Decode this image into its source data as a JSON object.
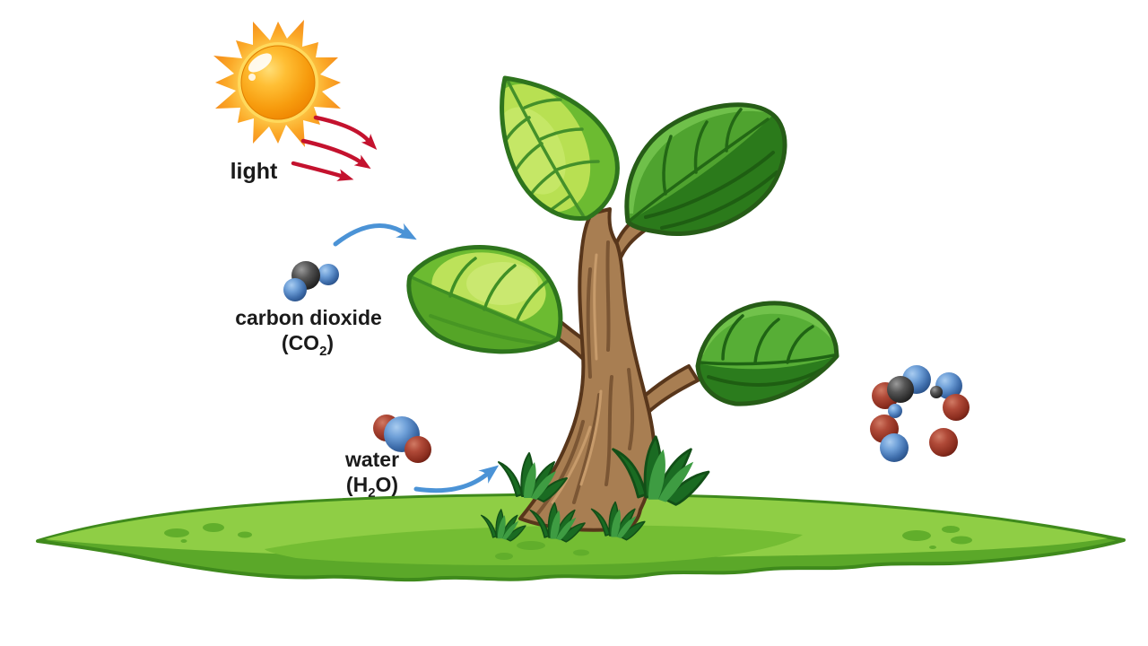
{
  "title": "photosynthesis-illustration",
  "labels": {
    "light": "light",
    "carbon_dioxide_name": "carbon dioxide",
    "co2_open": "(CO",
    "co2_sub": "2",
    "co2_close": ")",
    "water_name": "water",
    "h2o_open": "(H",
    "h2o_sub": "2",
    "h2o_close": "O)"
  },
  "colors": {
    "background": "#FFFFFF",
    "sun_core_orange": "#F79C0E",
    "sun_ray_orange": "#F6921E",
    "light_arrow_red": "#C4122E",
    "flow_arrow_blue": "#4B93D6",
    "carbon_atom_dark": "#3A3A3A",
    "oxygen_atom_blue": "#4E7FBE",
    "hydrogen_atom_red": "#A33B2C",
    "leaf_light_green": "#B8E052",
    "leaf_mid_green": "#57AE36",
    "leaf_dark_green": "#2B7A1B",
    "trunk_brown": "#A87E52",
    "ground_light_green": "#8FCE45",
    "ground_dark_green": "#5BA829",
    "label_text": "#1A1A1A"
  },
  "scene": {
    "sun": {
      "description": "glossy orange sun with jagged rays",
      "light_ray_arrows": 3
    },
    "carbon_dioxide_molecule": {
      "atoms": [
        "carbon (dark)",
        "oxygen (blue)",
        "oxygen (blue)"
      ]
    },
    "water_molecule": {
      "atoms": [
        "oxygen (blue)",
        "hydrogen (red)",
        "hydrogen (red)"
      ]
    },
    "plant": {
      "leaves": 4,
      "grass_tufts": 5
    },
    "output_molecule_cluster": {
      "spheres": 10,
      "sphere_colors": [
        "blue",
        "dark red",
        "black"
      ]
    },
    "ground": {
      "shape": "wide green mound"
    }
  }
}
